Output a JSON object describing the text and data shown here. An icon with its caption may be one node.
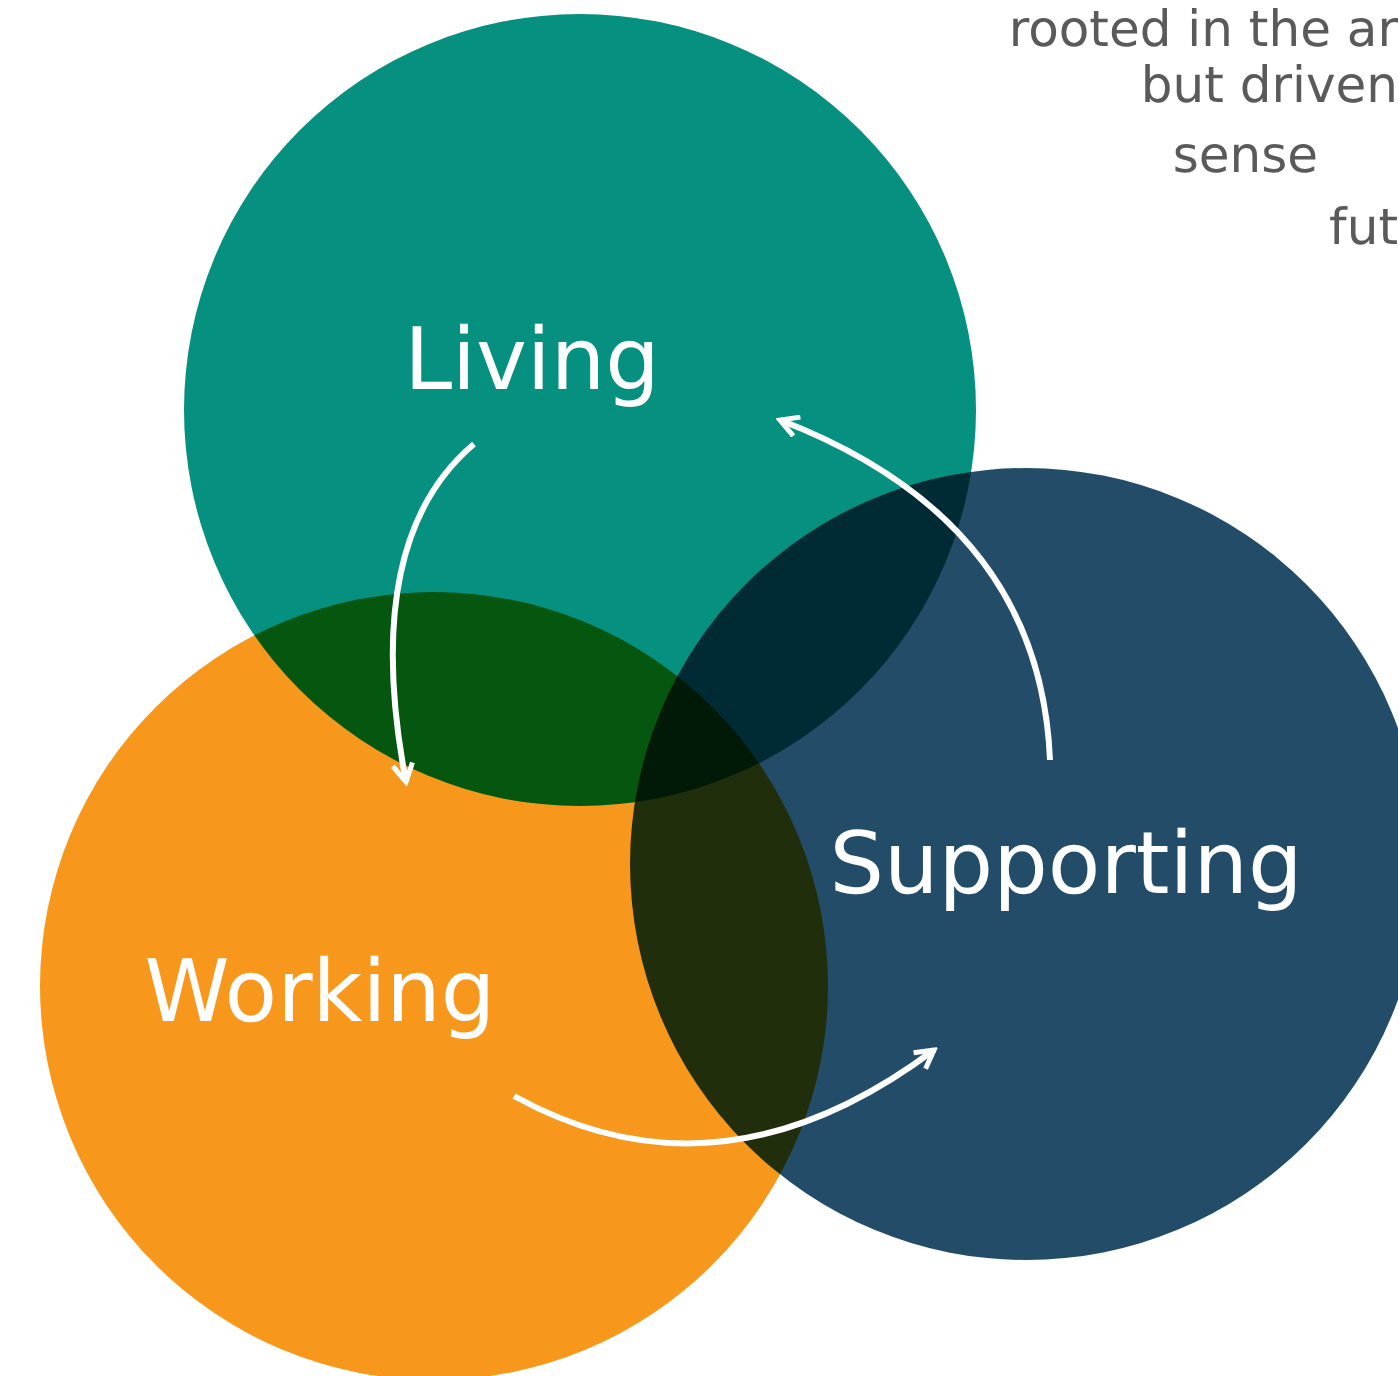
{
  "diagram": {
    "nodes": [
      {
        "text": [
          "Living"
        ]
      },
      {
        "text": [
          "Working"
        ]
      },
      {
        "text": [
          "Supporting"
        ]
      }
    ],
    "edges": [
      {
        "from": 0,
        "to": 1,
        "arrow": "to"
      },
      {
        "from": 1,
        "to": 2,
        "arrow": "to"
      },
      {
        "from": 2,
        "to": 0,
        "arrow": "to"
      }
    ],
    "labels": [
      "rooted in the ar",
      "but driven",
      "sense",
      "fut"
    ]
  }
}
